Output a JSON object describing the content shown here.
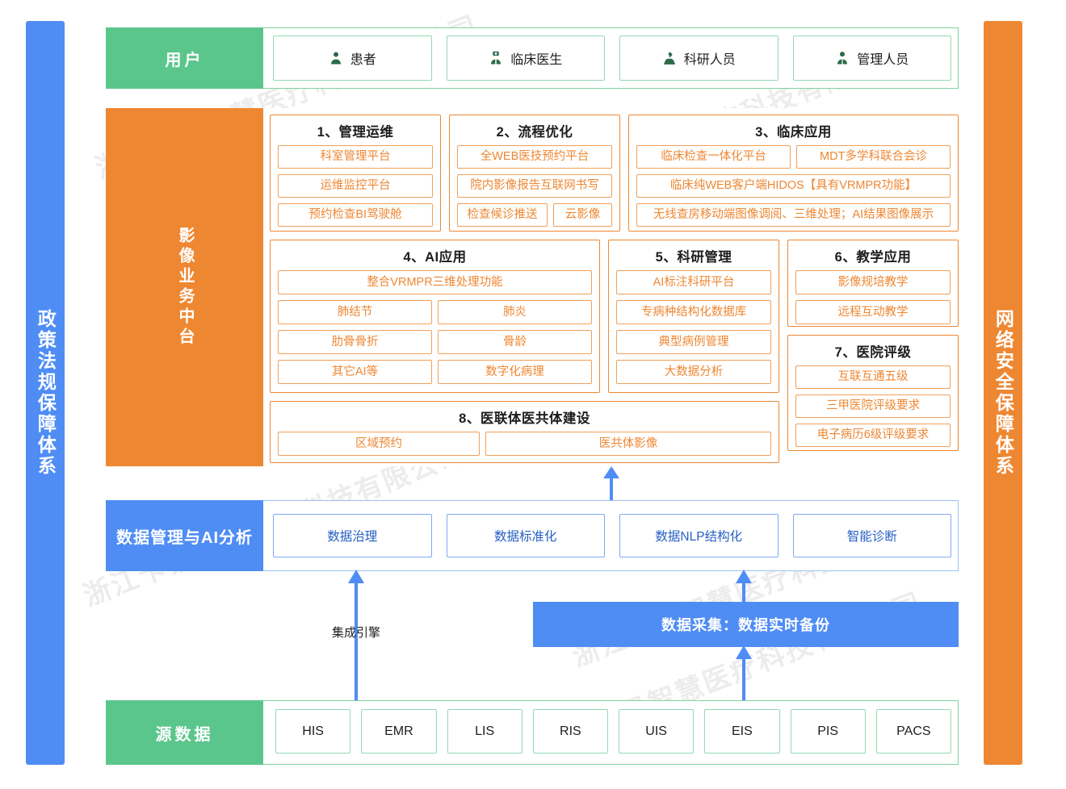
{
  "colors": {
    "green": "#5bc68c",
    "orange": "#ee8732",
    "blue": "#4f8df5",
    "green_border": "#93d9b2",
    "orange_border": "#f0a05a",
    "blue_border": "#7fa9f3"
  },
  "watermark": {
    "text": "浙江卡易智慧医疗科技有限公司"
  },
  "sidebars": {
    "left": {
      "label": "政策法规保障体系"
    },
    "right": {
      "label": "网络安全保障体系"
    }
  },
  "user_row": {
    "label": "用户",
    "items": [
      {
        "label": "患者",
        "icon": "patient-icon"
      },
      {
        "label": "临床医生",
        "icon": "doctor-icon"
      },
      {
        "label": "科研人员",
        "icon": "microscope-icon"
      },
      {
        "label": "管理人员",
        "icon": "manager-icon"
      }
    ]
  },
  "middle": {
    "label": "影像业务中台",
    "groups": [
      {
        "title": "1、管理运维",
        "items": [
          "科室管理平台",
          "运维监控平台",
          "预约检查BI驾驶舱"
        ]
      },
      {
        "title": "2、流程优化",
        "items": [
          "全WEB医技预约平台",
          "院内影像报告互联网书写"
        ],
        "split_row": [
          "检查候诊推送",
          "云影像"
        ]
      },
      {
        "title": "3、临床应用",
        "split_row": [
          "临床检查一体化平台",
          "MDT多学科联合会诊"
        ],
        "items": [
          "临床纯WEB客户端HIDOS【具有VRMPR功能】",
          "无线查房移动端图像调阅、三维处理；AI结果图像展示"
        ]
      },
      {
        "title": "4、AI应用",
        "full": [
          "整合VRMPR三维处理功能"
        ],
        "pairs": [
          [
            "肺结节",
            "肺炎"
          ],
          [
            "肋骨骨折",
            "骨龄"
          ],
          [
            "其它AI等",
            "数字化病理"
          ]
        ]
      },
      {
        "title": "5、科研管理",
        "items": [
          "AI标注科研平台",
          "专病种结构化数据库",
          "典型病例管理",
          "大数据分析"
        ]
      },
      {
        "title": "6、教学应用",
        "items": [
          "影像规培教学",
          "远程互动教学"
        ]
      },
      {
        "title": "7、医院评级",
        "items": [
          "互联互通五级",
          "三甲医院评级要求",
          "电子病历6级评级要求"
        ]
      },
      {
        "title": "8、医联体医共体建设",
        "pairs": [
          [
            "区域预约",
            "医共体影像"
          ]
        ]
      }
    ]
  },
  "data_management": {
    "label": "数据管理与AI分析",
    "items": [
      "数据治理",
      "数据标准化",
      "数据NLP结构化",
      "智能诊断"
    ]
  },
  "collection": {
    "bar_label": "数据采集：数据实时备份",
    "engine_label": "集成引擎"
  },
  "source_row": {
    "label": "源数据",
    "items": [
      "HIS",
      "EMR",
      "LIS",
      "RIS",
      "UIS",
      "EIS",
      "PIS",
      "PACS"
    ]
  }
}
